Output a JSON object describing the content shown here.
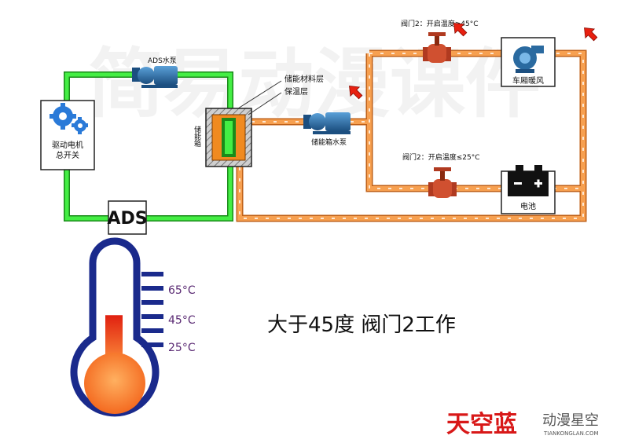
{
  "labels": {
    "ads_pump": "ADS水泵",
    "storage_material": "储能材料层",
    "insulation": "保温层",
    "storage_tank": "储能箱",
    "storage_pump": "储能箱水泵",
    "valve_top": "阀门2：开启温度≥45°C",
    "valve_bottom": "阀门2：开启温度≤25°C",
    "cabin_heater": "车厢暖风",
    "battery": "电池",
    "motor_switch_line1": "驱动电机",
    "motor_switch_line2": "总开关",
    "ads_box": "ADS"
  },
  "thermometer": {
    "ticks": [
      "65°C",
      "45°C",
      "25°C"
    ],
    "level_fraction": 0.55,
    "colors": {
      "outline": "#1a2a8c",
      "fluid_top": "#e02010",
      "fluid_bottom": "#ff9a40"
    }
  },
  "caption": "大于45度  阀门2工作",
  "watermark_bg": "简易动漫课件",
  "logo": {
    "brand": "天空蓝",
    "tagline": "动漫星空",
    "url": "TIANKONGLAN.COM"
  },
  "colors": {
    "green_pipe": "#33dd33",
    "orange_pipe": "#f08a30",
    "pump_blue": "#2a6aa0",
    "valve_red": "#d05030",
    "arrow_red": "#e82010"
  }
}
